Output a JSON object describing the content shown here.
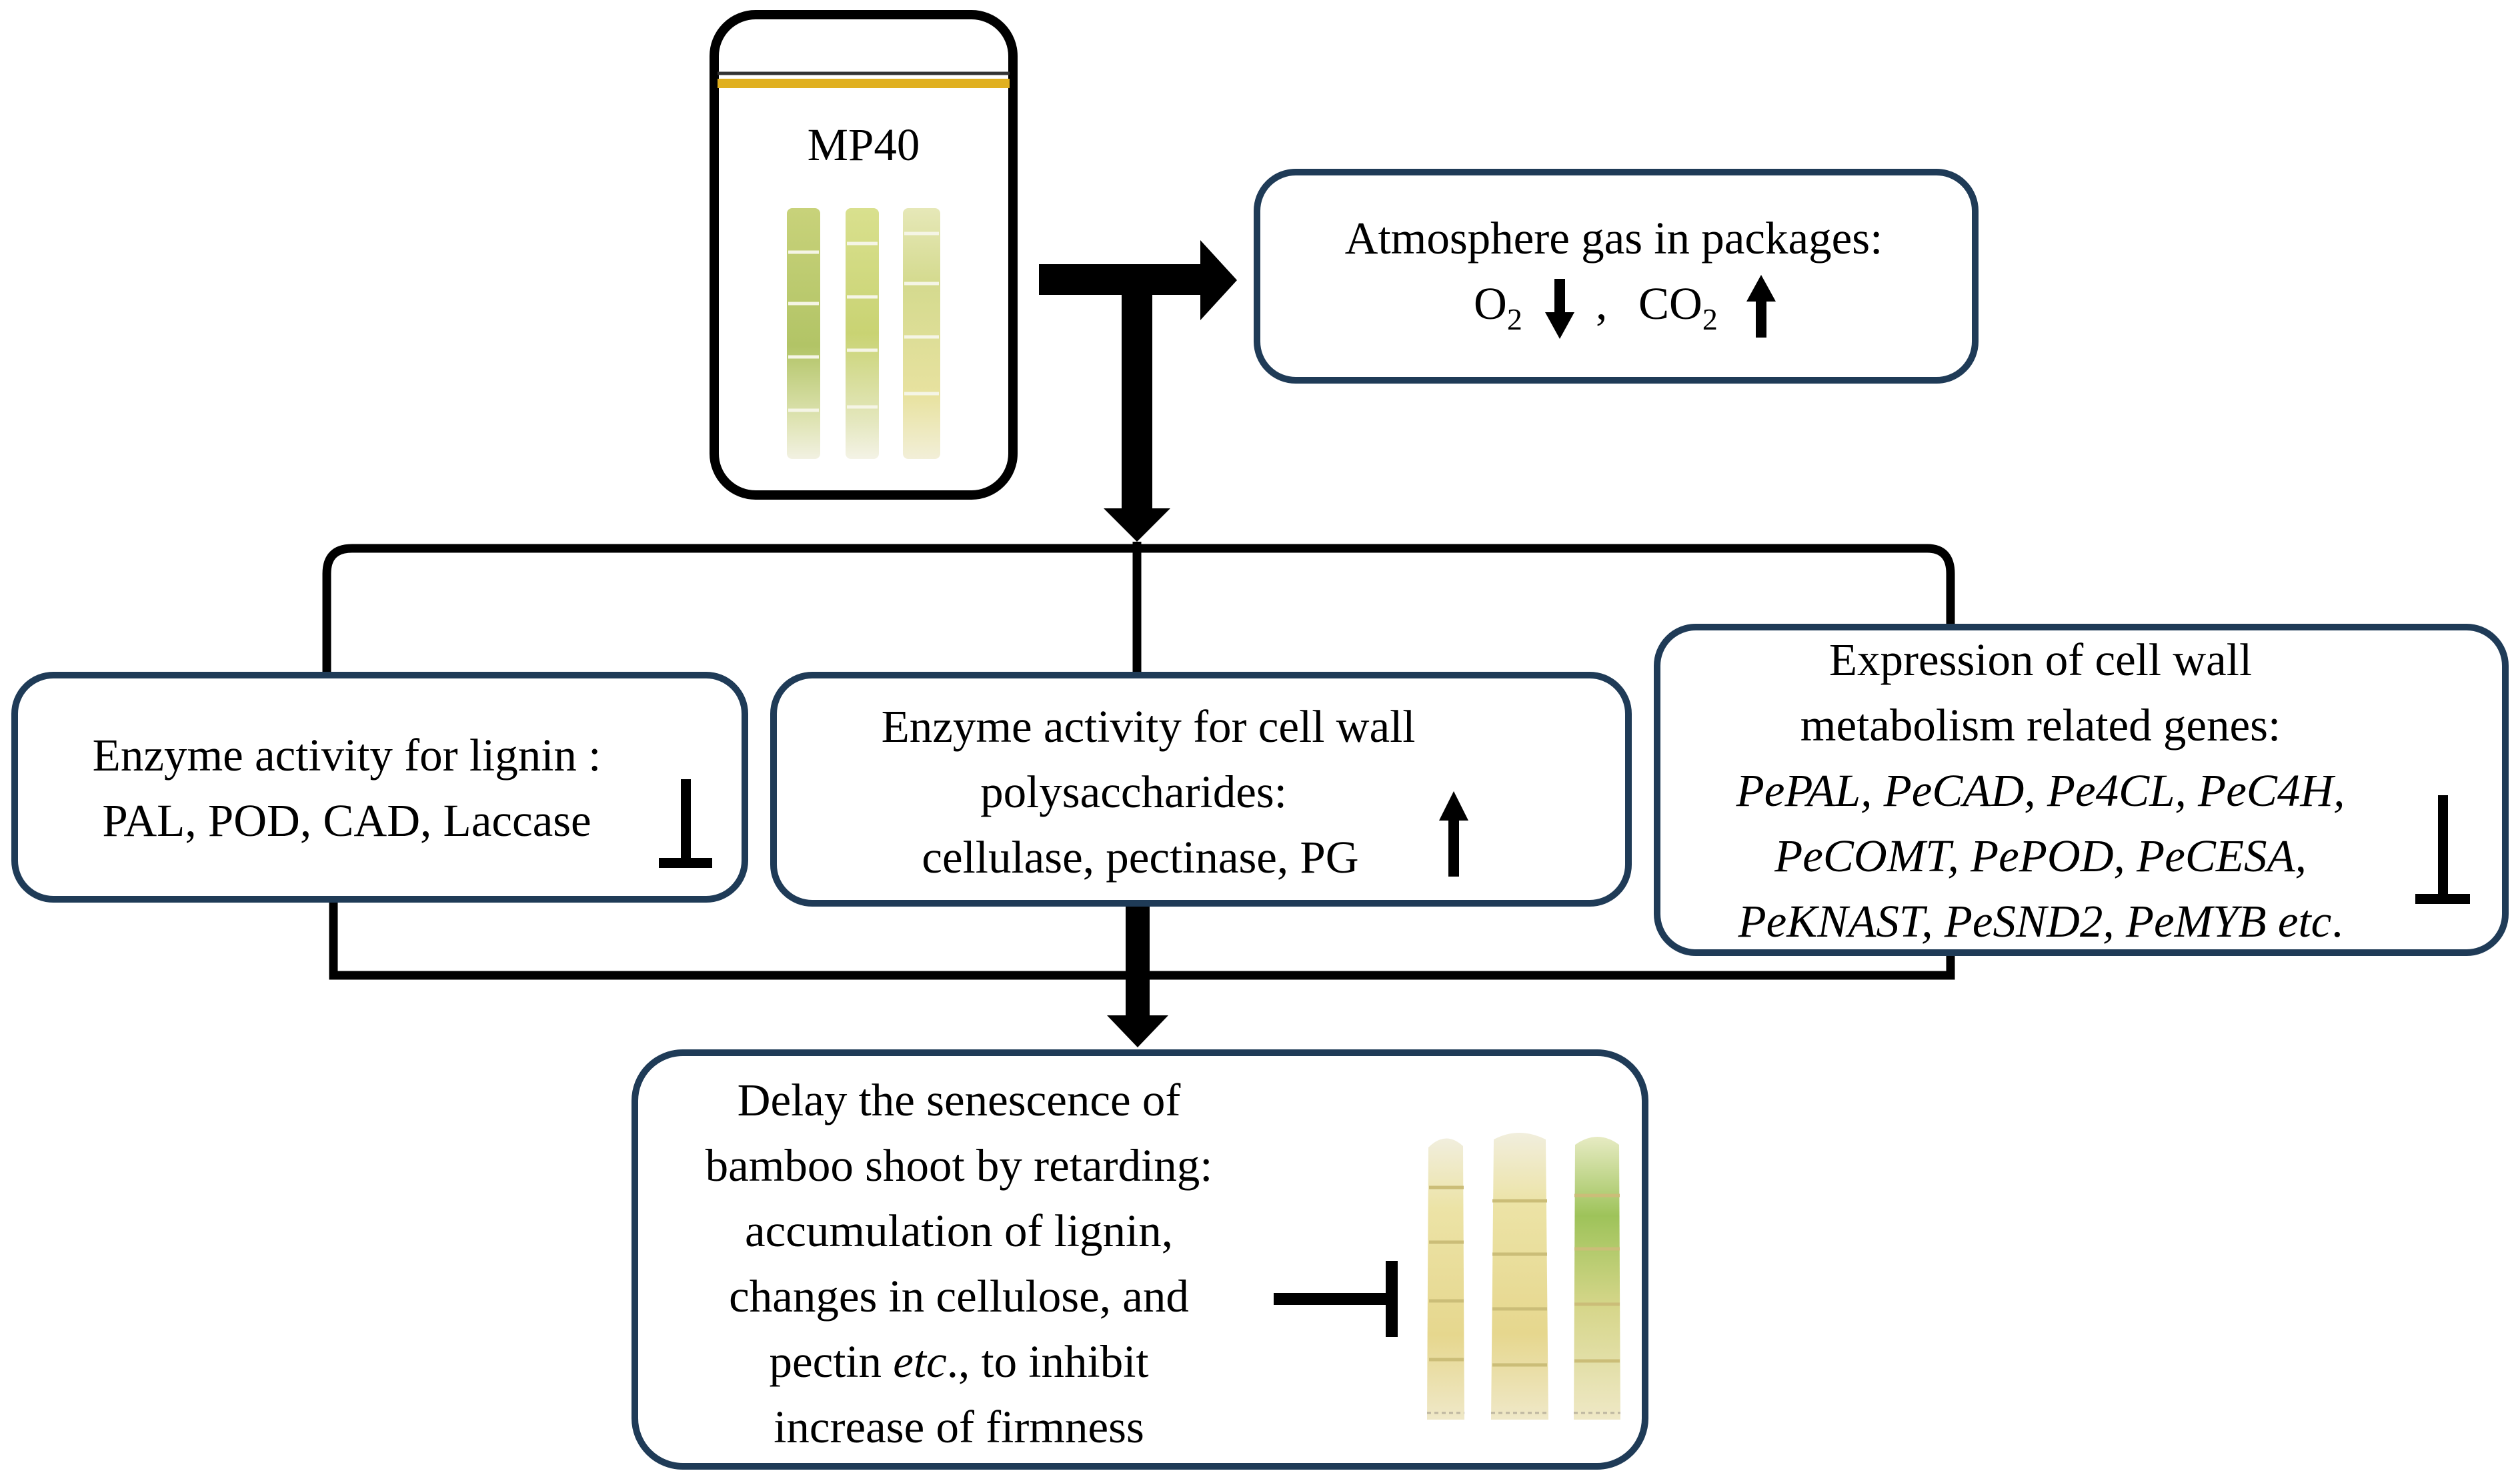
{
  "package": {
    "label": "MP40"
  },
  "atmosphere": {
    "line1": "Atmosphere  gas  in  packages:",
    "o2_main": "O",
    "o2_sub": "2",
    "comma": ",",
    "co2_main": "CO",
    "co2_sub": "2"
  },
  "lignin_enzyme": {
    "line1": "Enzyme  activity  for  lignin  :",
    "line2": "PAL,  POD,  CAD,  Laccase"
  },
  "cellwall_enzyme": {
    "line1": "Enzyme  activity  for  cell  wall",
    "line2": "polysaccharides:",
    "line3": "cellulase,  pectinase,  PG"
  },
  "gene_expression": {
    "line1": "Expression  of  cell  wall",
    "line2": "metabolism  related  genes:",
    "line3": "PePAL,  PeCAD,  Pe4CL,  PeC4H,",
    "line4": "PeCOMT,  PePOD,  PeCESA,",
    "line5_italic": "PeKNAST,  PeSND2,  PeMYB  etc",
    "line5_end": "."
  },
  "outcome": {
    "line1": "Delay  the  senescence  of",
    "line2": "bamboo  shoot  by  retarding:",
    "line3": "accumulation  of  lignin,",
    "line4": "changes  in  cellulose,  and",
    "line5_a": "pectin ",
    "line5_b": "etc",
    "line5_c": "., to  inhibit",
    "line6": "increase  of  firmness"
  },
  "colors": {
    "box_border": "#1f3b57",
    "line": "#000000",
    "package_stripe": "#e0b020",
    "bamboo_light": "#eef0c8",
    "bamboo_green": "#b7c96a",
    "bamboo_yellow": "#e8dc94"
  },
  "icons": {
    "down_arrow": "down-arrow-icon",
    "up_arrow": "up-arrow-icon",
    "inhibit": "inhibit-tbar-icon"
  }
}
